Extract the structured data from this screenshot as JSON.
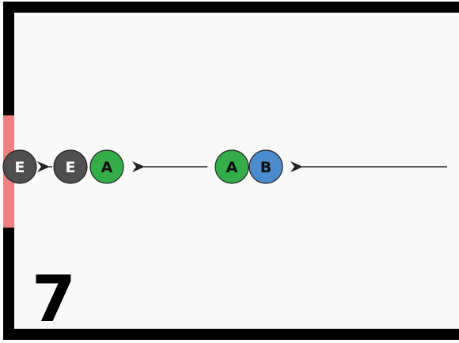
{
  "level_number": "7",
  "colors": {
    "background": "#f9f9f9",
    "wall": "#000000",
    "exit_gate": "#f08080",
    "arrow": "#222222"
  },
  "groups": [
    {
      "tokens": [
        {
          "label": "E",
          "color": "#4f4f4f",
          "text_color": "#ffffff"
        },
        {
          "label": "E",
          "color": "#4f4f4f",
          "text_color": "#ffffff"
        },
        {
          "label": "A",
          "color": "#34ad48",
          "text_color": "#111111"
        }
      ]
    },
    {
      "tokens": [
        {
          "label": "A",
          "color": "#34ad48",
          "text_color": "#111111"
        },
        {
          "label": "B",
          "color": "#4a8ccd",
          "text_color": "#111111"
        }
      ]
    }
  ]
}
